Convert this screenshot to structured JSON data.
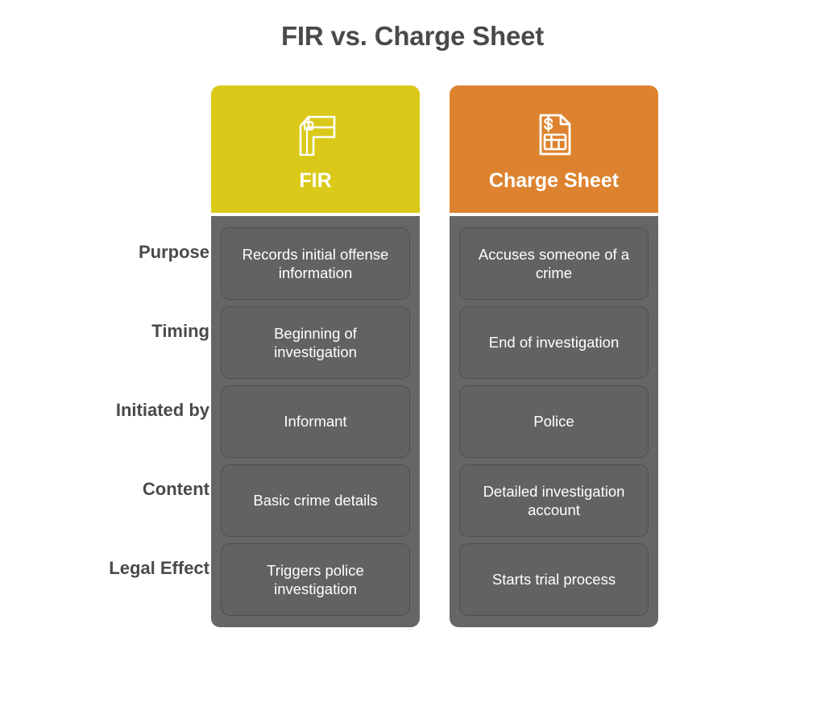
{
  "title": "FIR vs. Charge Sheet",
  "row_labels": [
    "Purpose",
    "Timing",
    "Initiated by",
    "Content",
    "Legal Effect"
  ],
  "columns": [
    {
      "key": "fir",
      "title": "FIR",
      "icon": "fir-monogram-icon",
      "header_color": "#dac918",
      "cells": [
        "Records initial offense information",
        "Beginning of investigation",
        "Informant",
        "Basic crime details",
        "Triggers police investigation"
      ]
    },
    {
      "key": "charge_sheet",
      "title": "Charge Sheet",
      "icon": "invoice-document-icon",
      "header_color": "#dd832f",
      "cells": [
        "Accuses someone of a crime",
        "End of investigation",
        "Police",
        "Detailed investigation account",
        "Starts trial process"
      ]
    }
  ],
  "colors": {
    "background": "#ffffff",
    "title_text": "#4a4a4a",
    "label_text": "#4a4a4a",
    "column_body": "#666666",
    "cell_fill": "#626262",
    "cell_border": "#4e4e4e",
    "cell_text": "#ffffff"
  }
}
